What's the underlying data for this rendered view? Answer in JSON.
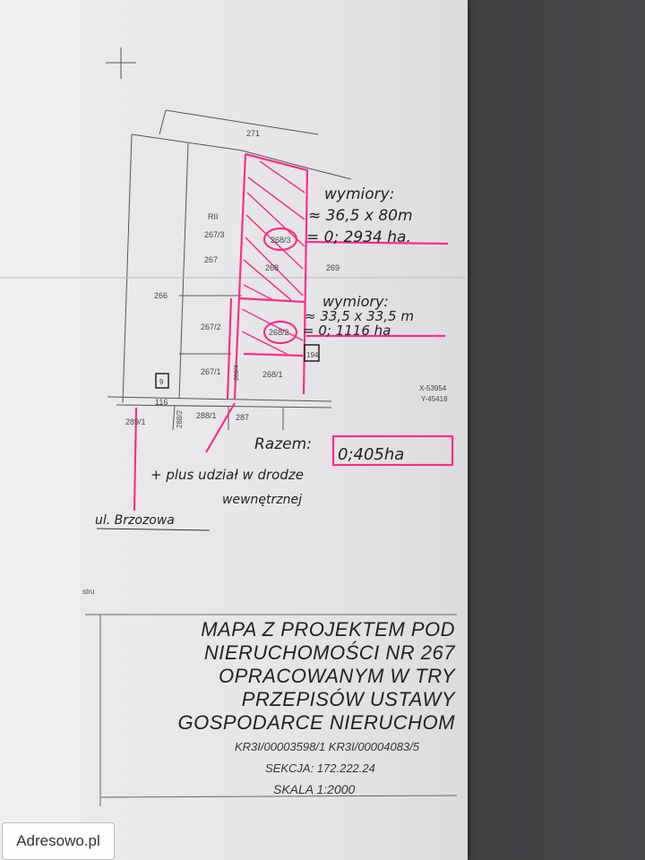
{
  "map": {
    "parcels": {
      "p271": "271",
      "p267_3": "267/3",
      "p267": "267",
      "p268_3": "268/3",
      "p268": "268",
      "p269": "269",
      "p266": "266",
      "p267_2": "267/2",
      "p268_2": "268/2",
      "p267_1": "267/1",
      "p268_1": "268/1",
      "p268_4": "268/4",
      "p116": "116",
      "p289_1": "289/1",
      "p288_2": "288/2",
      "p288_1": "288/1",
      "p287": "287",
      "rii": "RII",
      "b9": "9",
      "b194": "194"
    },
    "coords": {
      "x": "X-53954",
      "y": "Y-45418"
    },
    "margin_text": "stru"
  },
  "annotations": {
    "dims1_label": "wymiory:",
    "dims1_size": "≈ 36,5 x 80m",
    "dims1_area": "= 0; 2934 ha.",
    "dims2_label": "wymiory:",
    "dims2_size": "≈ 33,5 x 33,5 m",
    "dims2_area": "= 0; 1116 ha",
    "total_label": "Razem:",
    "total_value": "0;405ha",
    "share_line1": "+ plus udział w drodze",
    "share_line2": "wewnętrznej",
    "street": "ul. Brzozowa",
    "accent_color": "#ff2d8a"
  },
  "title_block": {
    "lines": [
      "MAPA Z PROJEKTEM POD",
      "NIERUCHOMOŚCI NR 267",
      "OPRACOWANYM W TRY",
      "PRZEPISÓW USTAWY",
      "GOSPODARCE NIERUCHOM"
    ],
    "kw": "KR3I/00003598/1  KR3I/00004083/5",
    "section": "SEKCJA: 172.222.24",
    "scale": "SKALA 1:2000"
  },
  "watermark": "Adresowo.pl"
}
